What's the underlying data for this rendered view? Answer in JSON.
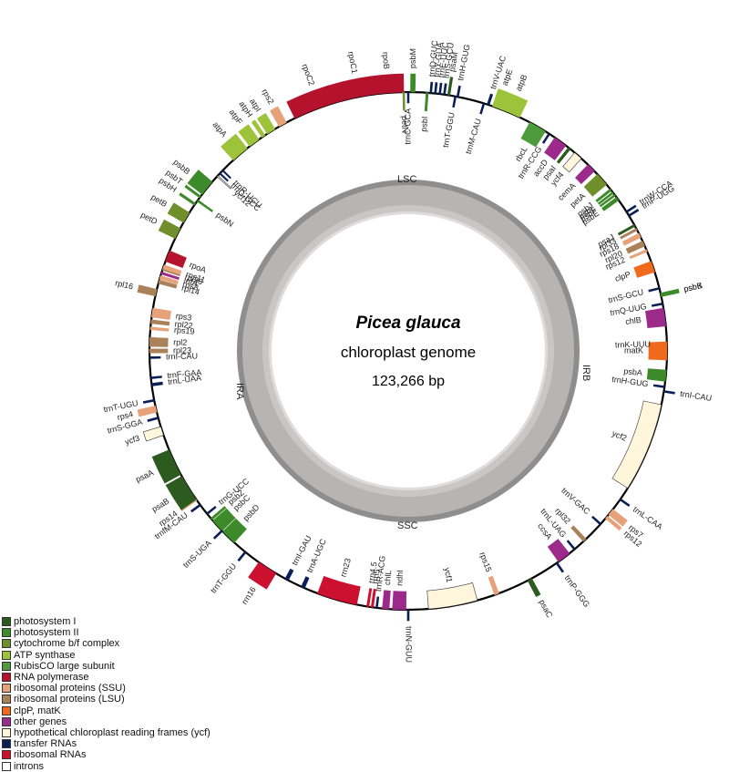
{
  "center": {
    "title": "Picea glauca",
    "subtitle": "chloroplast genome",
    "size": "123,266 bp"
  },
  "regions": {
    "lsc": "LSC",
    "ssc": "SSC",
    "ira": "IRA",
    "irb": "IRB"
  },
  "colors": {
    "photosystem_I": "#2d5a1f",
    "photosystem_II": "#3d8a2a",
    "cytochrome": "#6e8f2a",
    "atp": "#9cc33a",
    "rubisco": "#4d9b3a",
    "rna_pol": "#b5122e",
    "ssu": "#e7a27a",
    "lsu": "#a9825a",
    "clpP": "#f06a1e",
    "other": "#9c2a8a",
    "ycf": "#fff6dc",
    "trna": "#0a1f55",
    "rrna": "#cc1030",
    "intron": "#ffffff"
  },
  "genes": [
    {
      "name": "psbM",
      "group": "photosystem_II",
      "angle": 1,
      "w": 1,
      "out": true
    },
    {
      "name": "trnD-GUC",
      "group": "trna",
      "angle": 5,
      "w": 0.4,
      "out": true
    },
    {
      "name": "trnY-GUA",
      "group": "trna",
      "angle": 6,
      "w": 0.4,
      "out": true
    },
    {
      "name": "trnE-UUC",
      "group": "trna",
      "angle": 7,
      "w": 0.4,
      "out": true
    },
    {
      "name": "trnS-GCU",
      "group": "trna",
      "angle": 8,
      "w": 0.4,
      "out": true
    },
    {
      "name": "psaM",
      "group": "photosystem_I",
      "angle": 9,
      "w": 0.5,
      "out": true
    },
    {
      "name": "psbI",
      "group": "photosystem_II",
      "angle": 4.2,
      "w": 0.5,
      "out": false
    },
    {
      "name": "trnH-GUG",
      "group": "trna",
      "angle": 11,
      "w": 0.4,
      "out": true
    },
    {
      "name": "trnT-GGU",
      "group": "trna",
      "angle": 10.5,
      "w": 0.4,
      "out": false
    },
    {
      "name": "trnV-UAC",
      "group": "trna",
      "angle": 18,
      "w": 0.5,
      "out": true
    },
    {
      "name": "trnM-CAU",
      "group": "trna",
      "angle": 17,
      "w": 0.4,
      "out": false
    },
    {
      "name": "atpE",
      "group": "atp",
      "angle": 20,
      "w": 2,
      "out": true
    },
    {
      "name": "atpB",
      "group": "atp",
      "angle": 23,
      "w": 5,
      "out": true
    },
    {
      "name": "rbcL",
      "group": "rubisco",
      "angle": 30,
      "w": 4,
      "out": false
    },
    {
      "name": "trnR-CCG",
      "group": "trna",
      "angle": 33,
      "w": 0.4,
      "out": false
    },
    {
      "name": "accD",
      "group": "other",
      "angle": 36,
      "w": 3,
      "out": false
    },
    {
      "name": "psaI",
      "group": "photosystem_I",
      "angle": 38.5,
      "w": 0.6,
      "out": false
    },
    {
      "name": "ycf4",
      "group": "ycf",
      "angle": 41,
      "w": 2,
      "out": false
    },
    {
      "name": "cemA",
      "group": "other",
      "angle": 45,
      "w": 2,
      "out": false
    },
    {
      "name": "petA",
      "group": "cytochrome",
      "angle": 48.5,
      "w": 3,
      "out": false
    },
    {
      "name": "psbJ",
      "group": "photosystem_II",
      "angle": 51.5,
      "w": 0.5,
      "out": false
    },
    {
      "name": "psbL",
      "group": "photosystem_II",
      "angle": 52.3,
      "w": 0.4,
      "out": false
    },
    {
      "name": "psbF",
      "group": "photosystem_II",
      "angle": 53,
      "w": 0.4,
      "out": false
    },
    {
      "name": "psbE",
      "group": "photosystem_II",
      "angle": 54,
      "w": 0.8,
      "out": false
    },
    {
      "name": "trnW-CCA",
      "group": "trna",
      "angle": 57.5,
      "w": 0.4,
      "out": true
    },
    {
      "name": "trnP-UGG",
      "group": "trna",
      "angle": 58.5,
      "w": 0.4,
      "out": true
    },
    {
      "name": "psaJ",
      "group": "photosystem_I",
      "angle": 61,
      "w": 0.5,
      "out": false
    },
    {
      "name": "rpl33",
      "group": "lsu",
      "angle": 62,
      "w": 0.5,
      "out": false
    },
    {
      "name": "rps18",
      "group": "ssu",
      "angle": 63.5,
      "w": 1,
      "out": false
    },
    {
      "name": "rpl20",
      "group": "lsu",
      "angle": 65.5,
      "w": 1.2,
      "out": false
    },
    {
      "name": "rps12",
      "group": "ssu",
      "angle": 67.2,
      "w": 0.5,
      "out": false
    },
    {
      "name": "clpP",
      "group": "clpP",
      "angle": 71,
      "w": 2.5,
      "out": false
    },
    {
      "name": "psbB",
      "group": "photosystem_II",
      "angle": 77.5,
      "w": 0.8,
      "out": true
    },
    {
      "name": "trnS-GCU",
      "group": "trna",
      "angle": 76,
      "w": 0.4,
      "out": false
    },
    {
      "name": "psbK",
      "group": "photosystem_II",
      "angle": 77.5,
      "w": 0.5,
      "out": true
    },
    {
      "name": "trnQ-UUG",
      "group": "trna",
      "angle": 79.5,
      "w": 0.4,
      "out": false
    },
    {
      "name": "chlB",
      "group": "other",
      "angle": 82.5,
      "w": 4,
      "out": false
    },
    {
      "name": "trnK-UUU",
      "group": "trna",
      "angle": 88.5,
      "w": 0.8,
      "out": false
    },
    {
      "name": "matK",
      "group": "clpP",
      "angle": 90,
      "w": 4,
      "out": false
    },
    {
      "name": "psbA",
      "group": "photosystem_II",
      "angle": 95.5,
      "w": 2.5,
      "out": false
    },
    {
      "name": "trnI-CAU",
      "group": "trna",
      "angle": 99,
      "w": 0.4,
      "out": true
    },
    {
      "name": "trnH-GUG",
      "group": "trna",
      "angle": 98,
      "w": 0.4,
      "out": false
    },
    {
      "name": "ycf2",
      "group": "ycf",
      "angle": 112,
      "w": 20,
      "out": false
    },
    {
      "name": "trnL-CAA",
      "group": "trna",
      "angle": 125,
      "w": 0.4,
      "out": true
    },
    {
      "name": "rps7",
      "group": "ssu",
      "angle": 128.5,
      "w": 1.5,
      "out": true
    },
    {
      "name": "rps12",
      "group": "ssu",
      "angle": 130,
      "w": 0.7,
      "out": true
    },
    {
      "name": "trnV-GAC",
      "group": "trna",
      "angle": 132,
      "w": 0.4,
      "out": false
    },
    {
      "name": "rpl32",
      "group": "lsu",
      "angle": 137,
      "w": 0.8,
      "out": false
    },
    {
      "name": "trnL-UAG",
      "group": "trna",
      "angle": 140,
      "w": 0.4,
      "out": false
    },
    {
      "name": "ccsA",
      "group": "other",
      "angle": 143,
      "w": 3,
      "out": false
    },
    {
      "name": "trnP-GGG",
      "group": "trna",
      "angle": 145,
      "w": 0.4,
      "out": true
    },
    {
      "name": "psaC",
      "group": "photosystem_I",
      "angle": 152,
      "w": 1,
      "out": true
    },
    {
      "name": "rps15",
      "group": "ssu",
      "angle": 160,
      "w": 1,
      "out": false
    },
    {
      "name": "ycf1",
      "group": "ycf",
      "angle": 170,
      "w": 11,
      "out": false
    },
    {
      "name": "ndhI",
      "group": "other",
      "angle": 182,
      "w": 3,
      "out": false
    },
    {
      "name": "chlL",
      "group": "other",
      "angle": 185,
      "w": 1.5,
      "out": false
    },
    {
      "name": "trnN-GUU",
      "group": "trna",
      "angle": 180,
      "w": 0.4,
      "out": true
    },
    {
      "name": "trnR-ACG",
      "group": "trna",
      "angle": 187,
      "w": 0.4,
      "out": false
    },
    {
      "name": "rrn5",
      "group": "rrna",
      "angle": 188,
      "w": 0.5,
      "out": false
    },
    {
      "name": "rrn4.5",
      "group": "rrna",
      "angle": 189,
      "w": 0.5,
      "out": false
    },
    {
      "name": "rrn23",
      "group": "rrna",
      "angle": 196,
      "w": 9,
      "out": false
    },
    {
      "name": "trnA-UGC",
      "group": "trna",
      "angle": 204,
      "w": 0.8,
      "out": false
    },
    {
      "name": "trnI-GAU",
      "group": "trna",
      "angle": 208,
      "w": 0.8,
      "out": false
    },
    {
      "name": "rrn16",
      "group": "rrna",
      "angle": 213,
      "w": 4.5,
      "out": true
    },
    {
      "name": "trnT-GGU",
      "group": "trna",
      "angle": 219,
      "w": 0.4,
      "out": true
    },
    {
      "name": "psbD",
      "group": "photosystem_II",
      "angle": 224,
      "w": 3.5,
      "out": false
    },
    {
      "name": "psbC",
      "group": "photosystem_II",
      "angle": 227.5,
      "w": 3,
      "out": false
    },
    {
      "name": "psbZ",
      "group": "photosystem_II",
      "angle": 229.5,
      "w": 0.5,
      "out": false
    },
    {
      "name": "trnG-UCC",
      "group": "trna",
      "angle": 231,
      "w": 0.4,
      "out": false
    },
    {
      "name": "trnS-UGA",
      "group": "trna",
      "angle": 226,
      "w": 0.4,
      "out": true
    },
    {
      "name": "trnfM-CAU",
      "group": "trna",
      "angle": 233.5,
      "w": 0.4,
      "out": true
    },
    {
      "name": "rps14",
      "group": "ssu",
      "angle": 235,
      "w": 0.5,
      "out": true
    },
    {
      "name": "psaB",
      "group": "photosystem_I",
      "angle": 238,
      "w": 6,
      "out": true
    },
    {
      "name": "psaA",
      "group": "photosystem_I",
      "angle": 244.5,
      "w": 6,
      "out": true
    },
    {
      "name": "ycf3",
      "group": "ycf",
      "angle": 252,
      "w": 2,
      "out": true
    },
    {
      "name": "trnS-GGA",
      "group": "trna",
      "angle": 255,
      "w": 0.4,
      "out": true
    },
    {
      "name": "rps4",
      "group": "ssu",
      "angle": 257,
      "w": 1.4,
      "out": true
    },
    {
      "name": "trnT-UGU",
      "group": "trna",
      "angle": 259,
      "w": 0.4,
      "out": true
    },
    {
      "name": "trnL-UAA",
      "group": "trna",
      "angle": 262.5,
      "w": 0.6,
      "out": false
    },
    {
      "name": "trnF-GAA",
      "group": "trna",
      "angle": 264,
      "w": 0.4,
      "out": false
    },
    {
      "name": "trnI-CAU",
      "group": "trna",
      "angle": 268.5,
      "w": 0.4,
      "out": false
    },
    {
      "name": "rpl23",
      "group": "lsu",
      "angle": 270,
      "w": 0.9,
      "out": false
    },
    {
      "name": "rpl2",
      "group": "lsu",
      "angle": 272,
      "w": 2,
      "out": false
    },
    {
      "name": "rps19",
      "group": "ssu",
      "angle": 275,
      "w": 0.6,
      "out": false
    },
    {
      "name": "rpl22",
      "group": "lsu",
      "angle": 276.5,
      "w": 0.8,
      "out": false
    },
    {
      "name": "rps3",
      "group": "ssu",
      "angle": 278.5,
      "w": 2,
      "out": false
    },
    {
      "name": "rpl16",
      "group": "lsu",
      "angle": 283,
      "w": 1.5,
      "out": true
    },
    {
      "name": "rpl14",
      "group": "lsu",
      "angle": 285.5,
      "w": 0.8,
      "out": false
    },
    {
      "name": "rps8",
      "group": "ssu",
      "angle": 286.5,
      "w": 0.8,
      "out": false
    },
    {
      "name": "infA",
      "group": "other",
      "angle": 287.5,
      "w": 0.5,
      "out": false
    },
    {
      "name": "rpl36",
      "group": "lsu",
      "angle": 288.3,
      "w": 0.3,
      "out": false
    },
    {
      "name": "rps11",
      "group": "ssu",
      "angle": 289,
      "w": 0.8,
      "out": false
    },
    {
      "name": "rpoA",
      "group": "rna_pol",
      "angle": 291.5,
      "w": 2.5,
      "out": false
    },
    {
      "name": "petD",
      "group": "cytochrome",
      "angle": 297,
      "w": 2.5,
      "out": true
    },
    {
      "name": "petB",
      "group": "cytochrome",
      "angle": 301,
      "w": 2.5,
      "out": true
    },
    {
      "name": "psbH",
      "group": "photosystem_II",
      "angle": 304.5,
      "w": 0.5,
      "out": true
    },
    {
      "name": "psbN",
      "group": "photosystem_II",
      "angle": 305.5,
      "w": 0.4,
      "out": false
    },
    {
      "name": "psbT",
      "group": "photosystem_II",
      "angle": 306.5,
      "w": 0.5,
      "out": true
    },
    {
      "name": "psbB",
      "group": "photosystem_II",
      "angle": 309,
      "w": 3.5,
      "out": true
    },
    {
      "name": "ycf12",
      "group": "ycf",
      "angle": 312.5,
      "w": 0.3,
      "out": false
    },
    {
      "name": "trnG-GCC",
      "group": "trna",
      "angle": 313.3,
      "w": 0.3,
      "out": false
    },
    {
      "name": "trnR-UCU",
      "group": "trna",
      "angle": 314.2,
      "w": 0.3,
      "out": false
    },
    {
      "name": "atpA",
      "group": "atp",
      "angle": 319.5,
      "w": 4,
      "out": true
    },
    {
      "name": "atpF",
      "group": "atp",
      "angle": 323.5,
      "w": 2.5,
      "out": true
    },
    {
      "name": "atpH",
      "group": "atp",
      "angle": 326,
      "w": 0.8,
      "out": true
    },
    {
      "name": "atpI",
      "group": "atp",
      "angle": 328,
      "w": 2,
      "out": true
    },
    {
      "name": "rps2",
      "group": "ssu",
      "angle": 331,
      "w": 1.8,
      "out": true
    },
    {
      "name": "rpoC2",
      "group": "rna_pol",
      "angle": 340,
      "w": 12,
      "out": true
    },
    {
      "name": "rpoC1",
      "group": "rna_pol",
      "angle": 349,
      "w": 6,
      "out": true
    },
    {
      "name": "rpoB",
      "group": "rna_pol",
      "angle": 355.5,
      "w": 7,
      "out": true
    },
    {
      "name": "petN",
      "group": "cytochrome",
      "angle": 359,
      "w": 0.4,
      "out": false
    },
    {
      "name": "trnC-GCA",
      "group": "trna",
      "angle": 0,
      "w": 0.4,
      "out": false
    }
  ],
  "legend": [
    {
      "label": "photosystem I",
      "group": "photosystem_I"
    },
    {
      "label": "photosystem II",
      "group": "photosystem_II"
    },
    {
      "label": "cytochrome b/f complex",
      "group": "cytochrome"
    },
    {
      "label": "ATP synthase",
      "group": "atp"
    },
    {
      "label": "RubisCO large subunit",
      "group": "rubisco"
    },
    {
      "label": "RNA polymerase",
      "group": "rna_pol"
    },
    {
      "label": "ribosomal proteins (SSU)",
      "group": "ssu"
    },
    {
      "label": "ribosomal proteins (LSU)",
      "group": "lsu"
    },
    {
      "label": "clpP, matK",
      "group": "clpP"
    },
    {
      "label": "other genes",
      "group": "other"
    },
    {
      "label": "hypothetical chloroplast reading frames (ycf)",
      "group": "ycf"
    },
    {
      "label": "transfer RNAs",
      "group": "trna"
    },
    {
      "label": "ribosomal RNAs",
      "group": "rrna"
    },
    {
      "label": "introns",
      "group": "intron"
    }
  ]
}
